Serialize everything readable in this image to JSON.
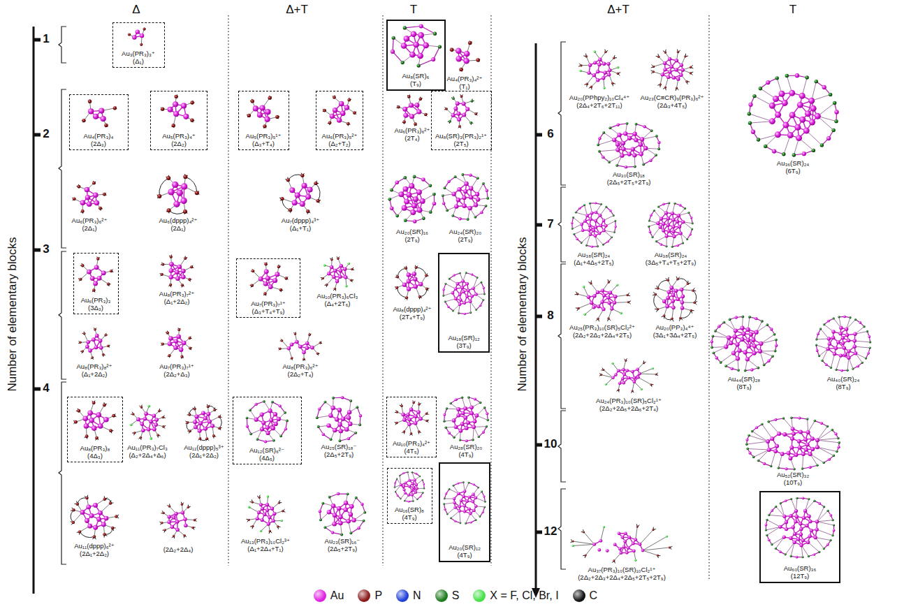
{
  "diagram": {
    "nodes": [
      {
        "text": [
          "Au₃(PR₃)₃⁺",
          "(Δ₁)"
        ]
      },
      {
        "text": [
          "Au₈(SR)₆",
          "(T₉)"
        ]
      },
      {
        "text": [
          "Au₄(PR₃)₄",
          "(2Δ₃)"
        ]
      },
      {
        "text": [
          "Au₅(PR₃)₄⁺",
          "(2Δ₂)"
        ]
      },
      {
        "text": [
          "Au₅(PR₃)₅¹⁺",
          "(Δ₃+T₄)"
        ]
      },
      {
        "text": [
          "Au₆(PR₃)₅²⁺",
          "(Δ₂+T₂)"
        ]
      },
      {
        "text": [
          "Au₈(SR)₃(PR₃)₂¹⁺",
          "(2T₅)"
        ]
      },
      {
        "text": [
          "Au₆(PR₃)₃",
          "(3Δ₃)"
        ]
      },
      {
        "text": [
          "Au₇(PR₃)₇¹⁺",
          "(Δ₃+T₄+T₉)"
        ]
      },
      {
        "text": [
          "Au₁₈(SR)₁₂",
          "(3T₉)"
        ]
      },
      {
        "text": [
          "Au₈(PR₃)₈",
          "(4Δ₃)"
        ]
      },
      {
        "text": [
          "Au₁₂(SR)₆²⁻",
          "(4Δ₅)"
        ]
      },
      {
        "text": [
          "Au₁₀(PR₃)₄²⁺",
          "(4T₅)"
        ]
      },
      {
        "text": [
          "Au₁₆(SR)₈",
          "(4T₉)"
        ]
      },
      {
        "text": [
          "Au₂₀(SR)₁₂",
          "(4T₉)"
        ]
      },
      {
        "text": [
          "Au₆₀(SR)₃₆",
          "(12T₉)"
        ]
      }
    ],
    "edges": [],
    "labels": [
      "Δ",
      "Δ+T",
      "T",
      "Δ+T",
      "T",
      "Number of elementary blocks",
      "1",
      "2",
      "3",
      "4",
      "Number of elementary blocks",
      "6",
      "7",
      "8",
      "10",
      "12",
      "Au₄(PR₃)₄²⁺",
      "(T₁)",
      "Au₆(PR₃)₆²⁺",
      "(2T₄)",
      "Au₆(PR₃)₆²⁺",
      "(2Δ₁)",
      "Au₆(dppp)₄²⁺",
      "(2Δ₁)",
      "Au₇(dppp)₄³⁺",
      "(Δ₁+T₁)",
      "Au₂₀(SR)₁₆",
      "(2T₉)",
      "Au₂₄(SR)₂₀",
      "(2T₉)",
      "Au₈(PR₃)₇²⁺",
      "(Δ₁+2Δ₂)",
      "Au₁₀(PR₃)₆Cl₃",
      "(Δ₄+2T₆)",
      "Au₈(dppp)₄²⁺",
      "(2T₄+T₉)",
      "Au₈(PR₃)₈²⁺",
      "(Δ₁+2Δ₂)",
      "Au₇(PR₃)₇¹⁺",
      "(2Δ₂+Δ₃)",
      "Au₈(PR₃)₆²⁺",
      "(2Δ₂+T₄)",
      "Au₁₁(PR₃)₇Cl₃",
      "(Δ₂+2Δ₄+Δ₆)",
      "Au₁₁(dppp)₅³⁺",
      "(2Δ₁+2Δ₂)",
      "Au₂₅(SR)₁₈⁻",
      "(2Δ₅+2T₉)",
      "Au₂₈(SR)₂₀",
      "(4T₉)",
      "Au₁₁(dppp)₆²⁺",
      "(2Δ₁+2Δ₂)",
      "(2Δ₂+2Δ₄)",
      "Au₁₃(PR₃)₁₀Cl₂³⁺",
      "(Δ₁+2Δ₄+T₁)",
      "Au₂₃(SR)₁₆⁻",
      "(2Δ₅+2T₉)",
      "Au₂₀(PPhpy₂)₁₀Cl₄⁴⁺",
      "(2Δ₄+2T₆+2T₁₁)",
      "Au₂₃(C≡CR)₉(PR₃)₆²⁺",
      "(2Δ₃+4T₅)",
      "Au₃₆(SR)₂₄",
      "(6T₉)",
      "Au₃₀(SR)₁₈",
      "(2Δ₅+2T₅+2T₉)",
      "Au₃₈(SR)₂₄",
      "(Δ₁+4Δ₅+2T₅)",
      "Au₃₈(SR)₂₄",
      "(3Δ₅+T₄+T₅+2T₉)",
      "Au₂₅(PR₃)₁₀(SR)₅Cl₂²⁺",
      "(2Δ₂+2Δ₃+2Δ₄+2T₅)",
      "Au₂₀(PP₃)₄⁴⁺",
      "(3Δ₁+3Δ₄+2T₅)",
      "Au₄₄(SR)₂₈",
      "(8T₉)",
      "Au₄₀(SR)₂₄",
      "(8T₉)",
      "Au₂₄(PR₃)₁₀(SR)₅Cl₂¹⁺",
      "(2Δ₂+2Δ₅+2Δ₆+2T₄)",
      "Au₅₂(SR)₃₂",
      "(10T₉)",
      "Au₃₇(PR₃)₁₀(SR)₁₀Cl₂¹⁺",
      "(2Δ₂+2Δ₃+2Δ₄+2Δ₅+2T₅+2T₉)"
    ],
    "legend": [
      {
        "text": "Au",
        "color": "#e020e0"
      },
      {
        "text": "P",
        "color": "#8b1a1a"
      },
      {
        "text": "N",
        "color": "#1f3fd8"
      },
      {
        "text": "S",
        "color": "#1e7b1e"
      },
      {
        "text": "X = F, Cl, Br, I",
        "color": "#45e045"
      },
      {
        "text": "C",
        "color": "#111111"
      }
    ]
  }
}
